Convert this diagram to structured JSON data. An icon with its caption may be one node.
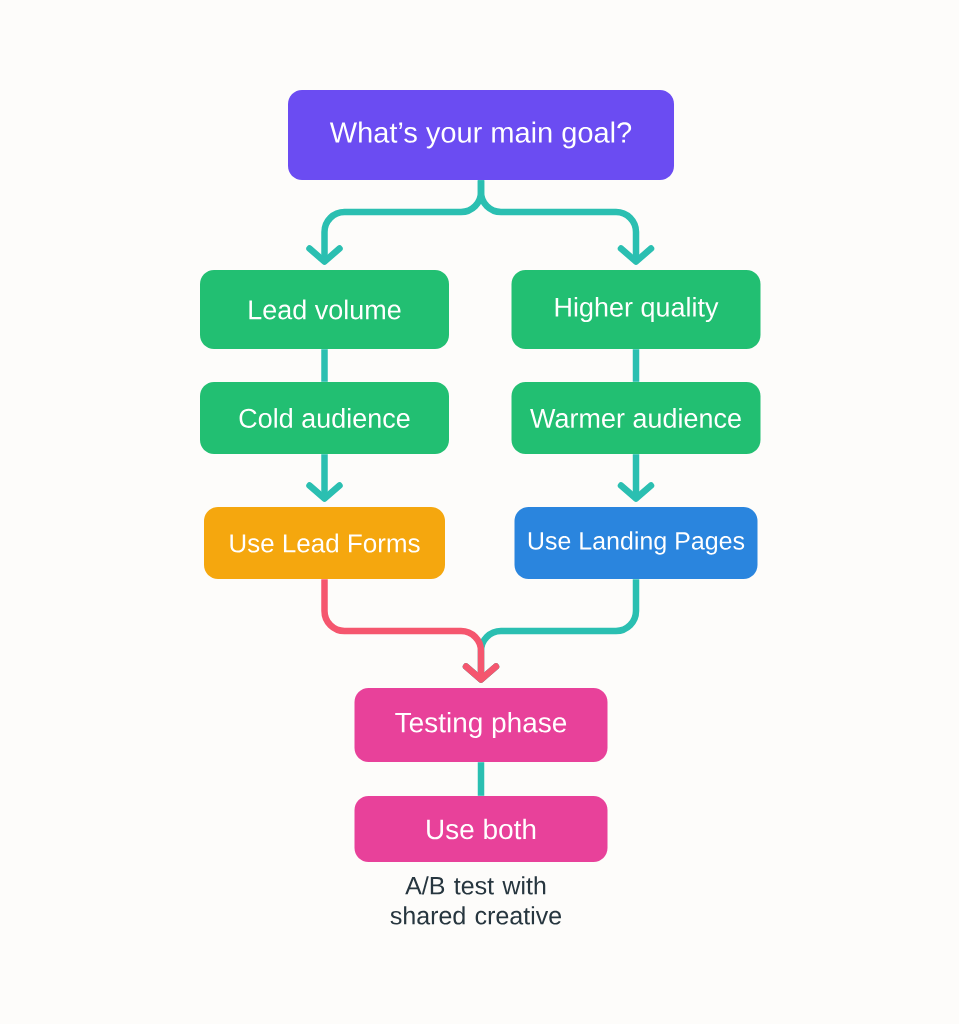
{
  "diagram": {
    "nodes": [
      {
        "text": [
          "What’s your main goal?"
        ]
      },
      {
        "text": [
          "Lead volume"
        ]
      },
      {
        "text": [
          "Higher quality"
        ]
      },
      {
        "text": [
          "Cold audience"
        ]
      },
      {
        "text": [
          "Warmer audience"
        ]
      },
      {
        "text": [
          "Use Lead Forms"
        ]
      },
      {
        "text": [
          "Use Landing Pages"
        ]
      },
      {
        "text": [
          "Testing phase"
        ]
      },
      {
        "text": [
          "Use both"
        ],
        "beside": [
          "A/B test with shared creative"
        ]
      }
    ],
    "edges": [
      {
        "from": 0,
        "to": 1,
        "arrow": "to"
      },
      {
        "from": 0,
        "to": 2,
        "arrow": "to"
      },
      {
        "from": 1,
        "to": 3,
        "arrow": "none"
      },
      {
        "from": 2,
        "to": 4,
        "arrow": "none"
      },
      {
        "from": 3,
        "to": 5,
        "arrow": "to"
      },
      {
        "from": 4,
        "to": 6,
        "arrow": "to"
      },
      {
        "from": 5,
        "to": 7,
        "arrow": "to",
        "color": "#f5566e"
      },
      {
        "from": 6,
        "to": 7,
        "arrow": "to"
      },
      {
        "from": 7,
        "to": 8,
        "arrow": "none"
      }
    ]
  }
}
